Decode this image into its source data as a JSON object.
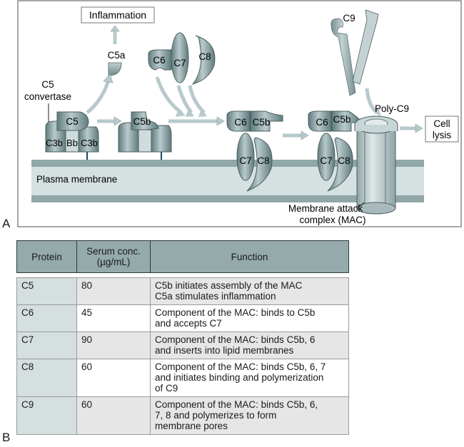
{
  "panels": {
    "a_label": "A",
    "b_label": "B"
  },
  "diagram": {
    "labels": {
      "inflammation": "Inflammation",
      "c5a": "C5a",
      "c5_convertase": "C5\nconvertase",
      "c5": "C5",
      "c3b_left": "C3b",
      "bb": "Bb",
      "c3b_right": "C3b",
      "c5b_1": "C5b",
      "c6_free": "C6",
      "c7_free": "C7",
      "c8_free": "C8",
      "c6_2": "C6",
      "c5b_2": "C5b",
      "c7_2": "C7",
      "c8_2": "C8",
      "c6_3": "C6",
      "c5b_3": "C5b",
      "c7_3": "C7",
      "c8_3": "C8",
      "c9": "C9",
      "poly_c9": "Poly-C9",
      "cell_lysis": "Cell\nlysis",
      "plasma_membrane": "Plasma membrane",
      "mac": "Membrane attack\ncomplex (MAC)"
    },
    "colors": {
      "protein": "#6f8a8c",
      "protein_light": "#a9bcbd",
      "arrow": "#b7c9cb",
      "membrane_dark": "#91a7a8",
      "membrane_light": "#d5e0e0"
    }
  },
  "table": {
    "headers": [
      "Protein",
      "Serum conc.\n(µg/mL)",
      "Function"
    ],
    "rows": [
      {
        "protein": "C5",
        "conc": "80",
        "function": "C5b initiates assembly of the MAC\nC5a stimulates inflammation"
      },
      {
        "protein": "C6",
        "conc": "45",
        "function": "Component of the MAC: binds to C5b\nand accepts C7"
      },
      {
        "protein": "C7",
        "conc": "90",
        "function": "Component of the MAC: binds C5b, 6\nand inserts into lipid membranes"
      },
      {
        "protein": "C8",
        "conc": "60",
        "function": "Component of the MAC: binds C5b, 6, 7\nand initiates binding and polymerization\nof C9"
      },
      {
        "protein": "C9",
        "conc": "60",
        "function": "Component of the MAC: binds C5b, 6,\n7, 8 and polymerizes to form\nmembrane pores"
      }
    ]
  }
}
